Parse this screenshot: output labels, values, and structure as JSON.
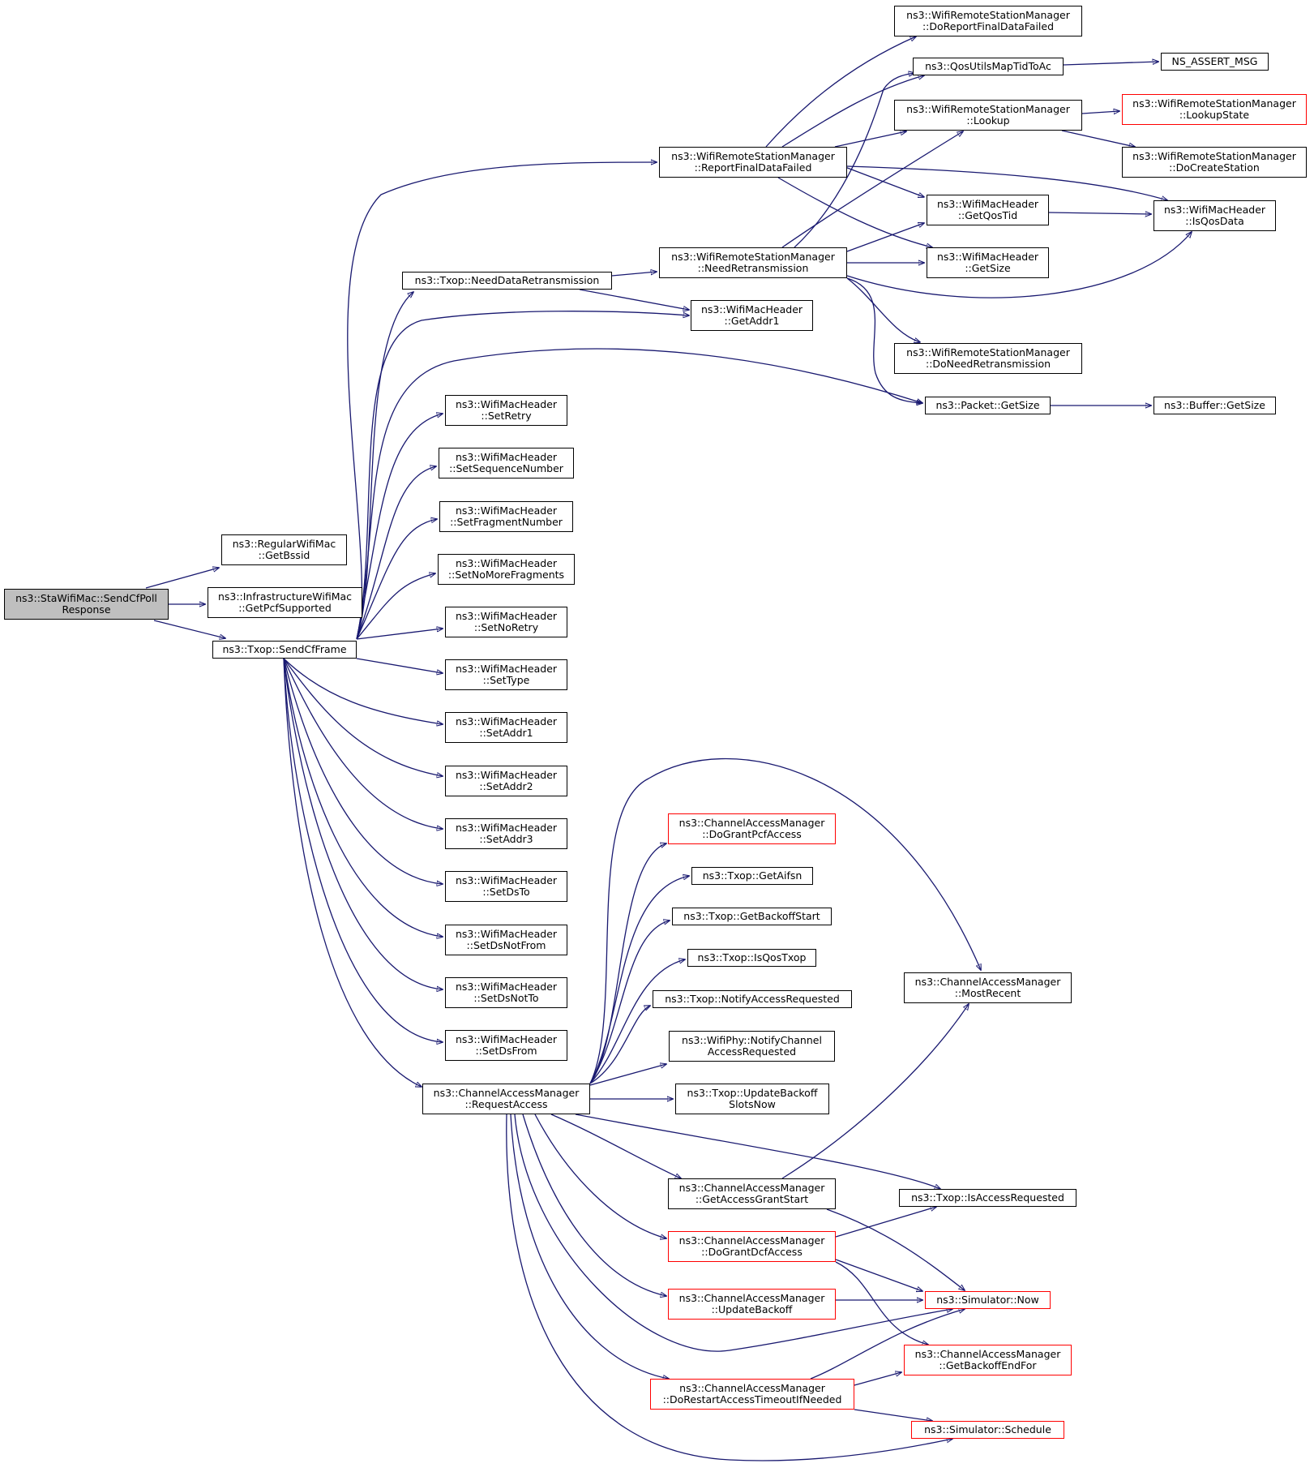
{
  "graph": {
    "edge_color": "#191970",
    "root_fill": "#bfbfbf",
    "truncated_border_color": "#ff0000",
    "nodes": [
      {
        "id": "root",
        "lines": [
          "ns3::StaWifiMac::SendCfPoll",
          "Response"
        ],
        "style": "root"
      },
      {
        "id": "getbssid",
        "lines": [
          "ns3::RegularWifiMac",
          "::GetBssid"
        ]
      },
      {
        "id": "getpcf",
        "lines": [
          "ns3::InfrastructureWifiMac",
          "::GetPcfSupported"
        ]
      },
      {
        "id": "sendcf",
        "lines": [
          "ns3::Txop::SendCfFrame"
        ]
      },
      {
        "id": "needdata",
        "lines": [
          "ns3::Txop::NeedDataRetransmission"
        ]
      },
      {
        "id": "reportfinal",
        "lines": [
          "ns3::WifiRemoteStationManager",
          "::ReportFinalDataFailed"
        ]
      },
      {
        "id": "needretrans",
        "lines": [
          "ns3::WifiRemoteStationManager",
          "::NeedRetransmission"
        ]
      },
      {
        "id": "getaddr1",
        "lines": [
          "ns3::WifiMacHeader",
          "::GetAddr1"
        ]
      },
      {
        "id": "setretry",
        "lines": [
          "ns3::WifiMacHeader",
          "::SetRetry"
        ]
      },
      {
        "id": "setseq",
        "lines": [
          "ns3::WifiMacHeader",
          "::SetSequenceNumber"
        ]
      },
      {
        "id": "setfrag",
        "lines": [
          "ns3::WifiMacHeader",
          "::SetFragmentNumber"
        ]
      },
      {
        "id": "setnomore",
        "lines": [
          "ns3::WifiMacHeader",
          "::SetNoMoreFragments"
        ]
      },
      {
        "id": "setnoretry",
        "lines": [
          "ns3::WifiMacHeader",
          "::SetNoRetry"
        ]
      },
      {
        "id": "settype",
        "lines": [
          "ns3::WifiMacHeader",
          "::SetType"
        ]
      },
      {
        "id": "setaddr1",
        "lines": [
          "ns3::WifiMacHeader",
          "::SetAddr1"
        ]
      },
      {
        "id": "setaddr2",
        "lines": [
          "ns3::WifiMacHeader",
          "::SetAddr2"
        ]
      },
      {
        "id": "setaddr3",
        "lines": [
          "ns3::WifiMacHeader",
          "::SetAddr3"
        ]
      },
      {
        "id": "setdsto",
        "lines": [
          "ns3::WifiMacHeader",
          "::SetDsTo"
        ]
      },
      {
        "id": "setdsnotfrom",
        "lines": [
          "ns3::WifiMacHeader",
          "::SetDsNotFrom"
        ]
      },
      {
        "id": "setdsnotto",
        "lines": [
          "ns3::WifiMacHeader",
          "::SetDsNotTo"
        ]
      },
      {
        "id": "setdsfrom",
        "lines": [
          "ns3::WifiMacHeader",
          "::SetDsFrom"
        ]
      },
      {
        "id": "requestaccess",
        "lines": [
          "ns3::ChannelAccessManager",
          "::RequestAccess"
        ]
      },
      {
        "id": "doreportfinal",
        "lines": [
          "ns3::WifiRemoteStationManager",
          "::DoReportFinalDataFailed"
        ]
      },
      {
        "id": "qosutils",
        "lines": [
          "ns3::QosUtilsMapTidToAc"
        ]
      },
      {
        "id": "nsassert",
        "lines": [
          "NS_ASSERT_MSG"
        ]
      },
      {
        "id": "lookup",
        "lines": [
          "ns3::WifiRemoteStationManager",
          "::Lookup"
        ]
      },
      {
        "id": "lookupstate",
        "lines": [
          "ns3::WifiRemoteStationManager",
          "::LookupState"
        ],
        "style": "red"
      },
      {
        "id": "docreate",
        "lines": [
          "ns3::WifiRemoteStationManager",
          "::DoCreateStation"
        ]
      },
      {
        "id": "getqostid",
        "lines": [
          "ns3::WifiMacHeader",
          "::GetQosTid"
        ]
      },
      {
        "id": "isqosdata",
        "lines": [
          "ns3::WifiMacHeader",
          "::IsQosData"
        ]
      },
      {
        "id": "hdrgetsize",
        "lines": [
          "ns3::WifiMacHeader",
          "::GetSize"
        ]
      },
      {
        "id": "doneedretrans",
        "lines": [
          "ns3::WifiRemoteStationManager",
          "::DoNeedRetransmission"
        ]
      },
      {
        "id": "packetgetsize",
        "lines": [
          "ns3::Packet::GetSize"
        ]
      },
      {
        "id": "buffergetsize",
        "lines": [
          "ns3::Buffer::GetSize"
        ]
      },
      {
        "id": "dograntpcf",
        "lines": [
          "ns3::ChannelAccessManager",
          "::DoGrantPcfAccess"
        ],
        "style": "red"
      },
      {
        "id": "getaifsn",
        "lines": [
          "ns3::Txop::GetAifsn"
        ]
      },
      {
        "id": "getbackoffstart",
        "lines": [
          "ns3::Txop::GetBackoffStart"
        ]
      },
      {
        "id": "isqostxop",
        "lines": [
          "ns3::Txop::IsQosTxop"
        ]
      },
      {
        "id": "notifyaccess",
        "lines": [
          "ns3::Txop::NotifyAccessRequested"
        ]
      },
      {
        "id": "wifiphynotify",
        "lines": [
          "ns3::WifiPhy::NotifyChannel",
          "AccessRequested"
        ]
      },
      {
        "id": "updateslots",
        "lines": [
          "ns3::Txop::UpdateBackoff",
          "SlotsNow"
        ]
      },
      {
        "id": "mostrecent",
        "lines": [
          "ns3::ChannelAccessManager",
          "::MostRecent"
        ]
      },
      {
        "id": "getaccessgrant",
        "lines": [
          "ns3::ChannelAccessManager",
          "::GetAccessGrantStart"
        ]
      },
      {
        "id": "isaccessreq",
        "lines": [
          "ns3::Txop::IsAccessRequested"
        ]
      },
      {
        "id": "dograntdcf",
        "lines": [
          "ns3::ChannelAccessManager",
          "::DoGrantDcfAccess"
        ],
        "style": "red"
      },
      {
        "id": "simnow",
        "lines": [
          "ns3::Simulator::Now"
        ],
        "style": "red"
      },
      {
        "id": "updatebackoff",
        "lines": [
          "ns3::ChannelAccessManager",
          "::UpdateBackoff"
        ],
        "style": "red"
      },
      {
        "id": "getbackoffend",
        "lines": [
          "ns3::ChannelAccessManager",
          "::GetBackoffEndFor"
        ],
        "style": "red"
      },
      {
        "id": "dorestart",
        "lines": [
          "ns3::ChannelAccessManager",
          "::DoRestartAccessTimeoutIfNeeded"
        ],
        "style": "red"
      },
      {
        "id": "simschedule",
        "lines": [
          "ns3::Simulator::Schedule"
        ],
        "style": "red"
      }
    ]
  }
}
